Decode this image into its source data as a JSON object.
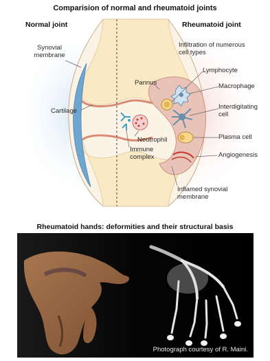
{
  "figure": {
    "title": "Comparision of normal and rheumatoid joints",
    "left_header": "Normal joint",
    "right_header": "Rheumatoid joint",
    "labels": {
      "synovial_1": "Synovial",
      "synovial_2": "membrane",
      "cartilage": "Cartilage",
      "infiltration_1": "Infiltration of numerous",
      "infiltration_2": "cell types",
      "pannus": "Pannus",
      "lymphocyte": "Lymphocyte",
      "macrophage": "Macrophage",
      "interdigitating_1": "Interdigitating",
      "interdigitating_2": "cell",
      "neutrophil": "Neutrophil",
      "plasma_cell": "Plasma cell",
      "immune_1": "Immune",
      "immune_2": "complex",
      "angiogenesis": "Angiogenesis",
      "inflamed_1": "Inflamed synovial",
      "inflamed_2": "membrane"
    },
    "colors": {
      "bone": "#f9e9c4",
      "cartilage": "#d98a72",
      "synovial_normal": "#6fa6cf",
      "synovial_inflamed": "#e9c2b8",
      "glow_blue": "#d6e8f5",
      "glow_pink": "#f6d7d0"
    }
  },
  "photo": {
    "heading": "Rheumatoid hands: deformities and their structural basis",
    "credit": "Photograph courtesy of R. Maini."
  }
}
